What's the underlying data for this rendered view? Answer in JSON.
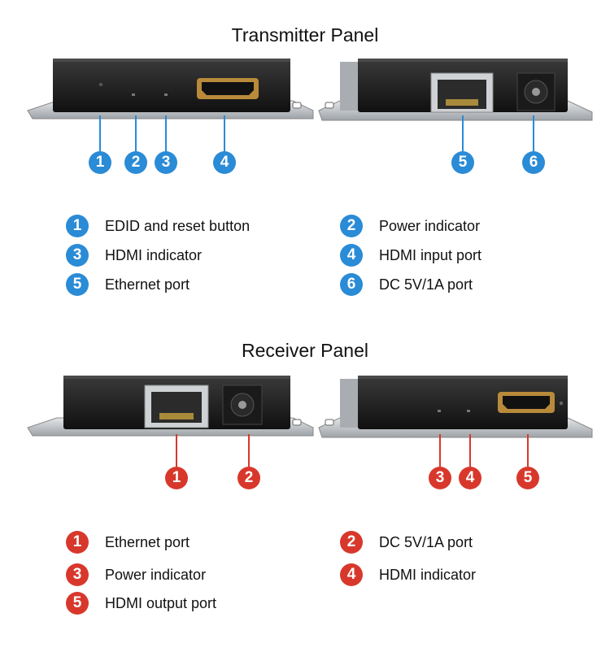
{
  "transmitter": {
    "title": "Transmitter Panel",
    "legend": [
      {
        "num": "1",
        "label": "EDID and reset button"
      },
      {
        "num": "2",
        "label": "Power indicator"
      },
      {
        "num": "3",
        "label": "HDMI indicator"
      },
      {
        "num": "4",
        "label": "HDMI input port"
      },
      {
        "num": "5",
        "label": "Ethernet port"
      },
      {
        "num": "6",
        "label": "DC 5V/1A port"
      }
    ]
  },
  "receiver": {
    "title": "Receiver Panel",
    "legend": [
      {
        "num": "1",
        "label": "Ethernet port"
      },
      {
        "num": "2",
        "label": "DC 5V/1A port"
      },
      {
        "num": "3",
        "label": "Power indicator"
      },
      {
        "num": "4",
        "label": "HDMI indicator"
      },
      {
        "num": "5",
        "label": "HDMI output port"
      }
    ]
  },
  "colors": {
    "transmitter_accent": "#2a8bd6",
    "receiver_accent": "#d8382c"
  }
}
